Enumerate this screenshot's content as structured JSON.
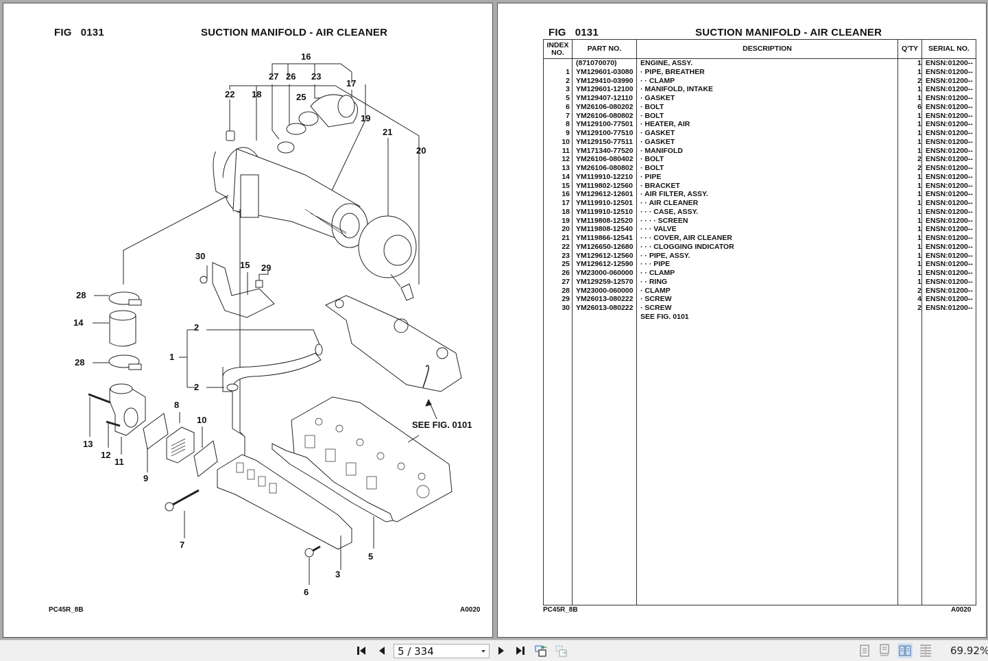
{
  "viewer": {
    "current_page": "5 / 334",
    "zoom_level": "69.92%",
    "nav": {
      "first_page": "first-page",
      "prev_page": "previous-page",
      "next_page": "next-page",
      "last_page": "last-page",
      "go_back": "previous-view",
      "go_forward": "next-view"
    },
    "view_modes": [
      "single-page",
      "single-page-continuous",
      "two-page",
      "two-page-continuous"
    ],
    "active_view_mode": "two-page"
  },
  "left_page": {
    "fig_label": "FIG",
    "fig_number": "0131",
    "title": "SUCTION MANIFOLD - AIR CLEANER",
    "footer_left": "PC45R_8B",
    "footer_right": "A0020",
    "callouts": {
      "c16": "16",
      "c27": "27",
      "c26": "26",
      "c23": "23",
      "c17": "17",
      "c22": "22",
      "c18": "18",
      "c25": "25",
      "c19": "19",
      "c21": "21",
      "c20": "20",
      "c30": "30",
      "c15": "15",
      "c29": "29",
      "c28a": "28",
      "c14": "14",
      "c28b": "28",
      "c1": "1",
      "c2a": "2",
      "c2b": "2",
      "c13": "13",
      "c12": "12",
      "c11": "11",
      "c9": "9",
      "c8": "8",
      "c10": "10",
      "c7": "7",
      "c6": "6",
      "c3": "3",
      "c5": "5",
      "see_fig": "SEE FIG. 0101"
    }
  },
  "right_page": {
    "fig_label": "FIG",
    "fig_number": "0131",
    "title": "SUCTION MANIFOLD - AIR CLEANER",
    "footer_left": "PC45R_8B",
    "footer_right": "A0020",
    "columns": {
      "index": "INDEX NO.",
      "part": "PART NO.",
      "description": "DESCRIPTION",
      "qty": "Q'TY",
      "serial": "SERIAL NO."
    },
    "rows": [
      {
        "index": "",
        "part": "(871070070)",
        "desc": "ENGINE, ASSY.",
        "qty": "1",
        "serial": "ENSN:01200--"
      },
      {
        "index": "1",
        "part": "YM129601-03080",
        "desc": "· PIPE, BREATHER",
        "qty": "1",
        "serial": "ENSN:01200--"
      },
      {
        "index": "2",
        "part": "YM129410-03990",
        "desc": "· · CLAMP",
        "qty": "2",
        "serial": "ENSN:01200--"
      },
      {
        "index": "3",
        "part": "YM129601-12100",
        "desc": "· MANIFOLD, INTAKE",
        "qty": "1",
        "serial": "ENSN:01200--"
      },
      {
        "index": "5",
        "part": "YM129407-12110",
        "desc": "· GASKET",
        "qty": "1",
        "serial": "ENSN:01200--"
      },
      {
        "index": "6",
        "part": "YM26106-080202",
        "desc": "· BOLT",
        "qty": "6",
        "serial": "ENSN:01200--"
      },
      {
        "index": "7",
        "part": "YM26106-080802",
        "desc": "· BOLT",
        "qty": "1",
        "serial": "ENSN:01200--"
      },
      {
        "index": "8",
        "part": "YM129100-77501",
        "desc": "· HEATER, AIR",
        "qty": "1",
        "serial": "ENSN:01200--"
      },
      {
        "index": "9",
        "part": "YM129100-77510",
        "desc": "· GASKET",
        "qty": "1",
        "serial": "ENSN:01200--"
      },
      {
        "index": "10",
        "part": "YM129150-77511",
        "desc": "· GASKET",
        "qty": "1",
        "serial": "ENSN:01200--"
      },
      {
        "index": "11",
        "part": "YM171340-77520",
        "desc": "· MANIFOLD",
        "qty": "1",
        "serial": "ENSN:01200--"
      },
      {
        "index": "12",
        "part": "YM26106-080402",
        "desc": "· BOLT",
        "qty": "2",
        "serial": "ENSN:01200--"
      },
      {
        "index": "13",
        "part": "YM26106-080802",
        "desc": "· BOLT",
        "qty": "2",
        "serial": "ENSN:01200--"
      },
      {
        "index": "14",
        "part": "YM119910-12210",
        "desc": "· PIPE",
        "qty": "1",
        "serial": "ENSN:01200--"
      },
      {
        "index": "15",
        "part": "YM119802-12560",
        "desc": "· BRACKET",
        "qty": "1",
        "serial": "ENSN:01200--"
      },
      {
        "index": "16",
        "part": "YM129612-12601",
        "desc": "· AIR FILTER, ASSY.",
        "qty": "1",
        "serial": "ENSN:01200--"
      },
      {
        "index": "17",
        "part": "YM119910-12501",
        "desc": "· · AIR CLEANER",
        "qty": "1",
        "serial": "ENSN:01200--"
      },
      {
        "index": "18",
        "part": "YM119910-12510",
        "desc": "· · · CASE, ASSY.",
        "qty": "1",
        "serial": "ENSN:01200--"
      },
      {
        "index": "19",
        "part": "YM119808-12520",
        "desc": "· · · · SCREEN",
        "qty": "1",
        "serial": "ENSN:01200--"
      },
      {
        "index": "20",
        "part": "YM119808-12540",
        "desc": "· · · VALVE",
        "qty": "1",
        "serial": "ENSN:01200--"
      },
      {
        "index": "21",
        "part": "YM119866-12541",
        "desc": "· · · COVER, AIR CLEANER",
        "qty": "1",
        "serial": "ENSN:01200--"
      },
      {
        "index": "22",
        "part": "YM126650-12680",
        "desc": "· · · CLOGGING INDICATOR",
        "qty": "1",
        "serial": "ENSN:01200--"
      },
      {
        "index": "23",
        "part": "YM129612-12560",
        "desc": "· · PIPE, ASSY.",
        "qty": "1",
        "serial": "ENSN:01200--"
      },
      {
        "index": "25",
        "part": "YM129612-12590",
        "desc": "· · · PIPE",
        "qty": "1",
        "serial": "ENSN:01200--"
      },
      {
        "index": "26",
        "part": "YM23000-060000",
        "desc": "· · CLAMP",
        "qty": "1",
        "serial": "ENSN:01200--"
      },
      {
        "index": "27",
        "part": "YM129259-12570",
        "desc": "· · RING",
        "qty": "1",
        "serial": "ENSN:01200--"
      },
      {
        "index": "28",
        "part": "YM23000-060000",
        "desc": "· CLAMP",
        "qty": "2",
        "serial": "ENSN:01200--"
      },
      {
        "index": "29",
        "part": "YM26013-080222",
        "desc": "· SCREW",
        "qty": "4",
        "serial": "ENSN:01200--"
      },
      {
        "index": "30",
        "part": "YM26013-080222",
        "desc": "· SCREW",
        "qty": "2",
        "serial": "ENSN:01200--"
      },
      {
        "index": "",
        "part": "",
        "desc": "SEE FIG. 0101",
        "qty": "",
        "serial": ""
      }
    ]
  }
}
